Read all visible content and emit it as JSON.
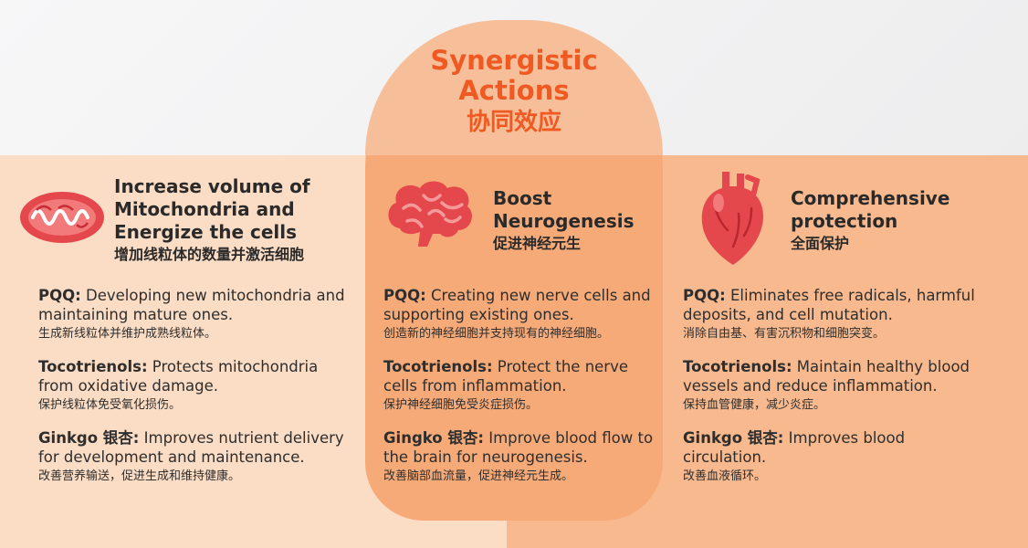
{
  "title": {
    "line1": "Synergistic",
    "line2": "Actions",
    "zh": "协同效应"
  },
  "columns": [
    {
      "icon": "mitochondria-icon",
      "heading_lines": [
        "Increase volume of",
        "Mitochondria and",
        "Energize the cells"
      ],
      "heading_zh": "增加线粒体的数量并激活细胞",
      "entries": [
        {
          "label": "PQQ:",
          "text": "Developing new mitochondria and maintaining mature ones.",
          "zh": "生成新线粒体并维护成熟线粒体。"
        },
        {
          "label": "Tocotrienols:",
          "text": "Protects mitochondria from oxidative damage.",
          "zh": "保护线粒体免受氧化损伤。"
        },
        {
          "label": "Ginkgo 银杏:",
          "text": "Improves nutrient delivery for development and maintenance.",
          "zh": "改善营养输送，促进生成和维持健康。"
        }
      ]
    },
    {
      "icon": "brain-icon",
      "heading_lines": [
        "Boost",
        "Neurogenesis"
      ],
      "heading_zh": "促进神经元生",
      "entries": [
        {
          "label": "PQQ:",
          "text": "Creating new nerve cells and supporting existing ones.",
          "zh": "创造新的神经细胞并支持现有的神经细胞。"
        },
        {
          "label": "Tocotrienols:",
          "text": "Protect the nerve cells from inflammation.",
          "zh": "保护神经细胞免受炎症损伤。"
        },
        {
          "label": "Gingko 银杏:",
          "text": "Improve blood flow to the brain for neurogenesis.",
          "zh": "改善脑部血流量，促进神经元生成。"
        }
      ]
    },
    {
      "icon": "heart-icon",
      "heading_lines": [
        "Comprehensive",
        "protection"
      ],
      "heading_zh": "全面保护",
      "entries": [
        {
          "label": "PQQ:",
          "text": "Eliminates free radicals, harmful deposits, and cell mutation.",
          "zh": "消除自由基、有害沉积物和细胞突变。"
        },
        {
          "label": "Tocotrienols:",
          "text": "Maintain healthy blood vessels and reduce inflammation.",
          "zh": "保持血管健康，减少炎症。"
        },
        {
          "label": "Ginkgo 银杏:",
          "text": "Improves blood circulation.",
          "zh": "改善血液循环。"
        }
      ]
    }
  ],
  "colors": {
    "accent": "#f05a22",
    "icon_red": "#e4474c",
    "bg_left": "#fbdcc4",
    "bg_right": "#f7b98d",
    "arch": "#f6aa78"
  }
}
